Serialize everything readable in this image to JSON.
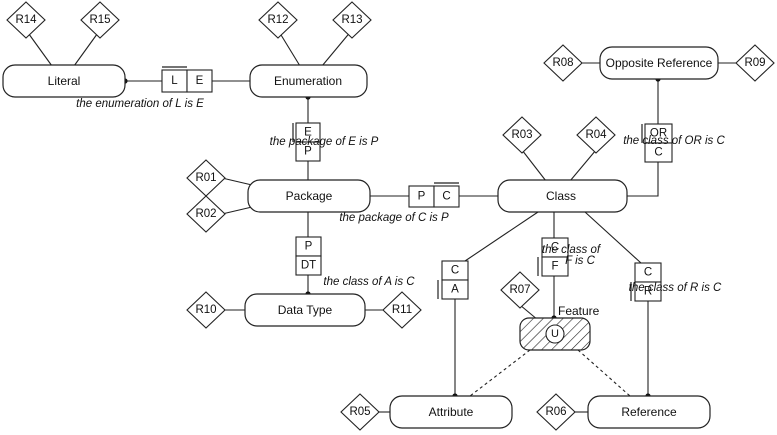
{
  "title": "Ecore metamodel ORM diagram",
  "entities": {
    "literal": "Literal",
    "enumeration": "Enumeration",
    "package": "Package",
    "class": "Class",
    "opposite_reference": "Opposite Reference",
    "data_type": "Data Type",
    "attribute": "Attribute",
    "reference": "Reference",
    "feature": "Feature"
  },
  "feature_union_symbol": "U",
  "rules": [
    "R01",
    "R02",
    "R03",
    "R04",
    "R05",
    "R06",
    "R07",
    "R08",
    "R09",
    "R10",
    "R11",
    "R12",
    "R13",
    "R14",
    "R15"
  ],
  "fact_types": [
    {
      "id": "lit-enum",
      "roles": [
        "L",
        "E"
      ],
      "reading": "the enumeration of L is E"
    },
    {
      "id": "enum-pkg",
      "roles": [
        "E",
        "P"
      ],
      "reading": "the package of E is P"
    },
    {
      "id": "pkg-class",
      "roles": [
        "P",
        "C"
      ],
      "reading": "the package of C is P"
    },
    {
      "id": "class-or",
      "roles": [
        "OR",
        "C"
      ],
      "reading": "the class of OR is C"
    },
    {
      "id": "pkg-dt",
      "roles": [
        "P",
        "DT"
      ],
      "reading": ""
    },
    {
      "id": "class-attr",
      "roles": [
        "C",
        "A"
      ],
      "reading": "the class of A is C"
    },
    {
      "id": "class-feature",
      "roles": [
        "C",
        "F"
      ],
      "reading_line1": "the class of",
      "reading_line2": "F is C"
    },
    {
      "id": "class-ref",
      "roles": [
        "C",
        "R"
      ],
      "reading": "the class of R is C"
    }
  ]
}
